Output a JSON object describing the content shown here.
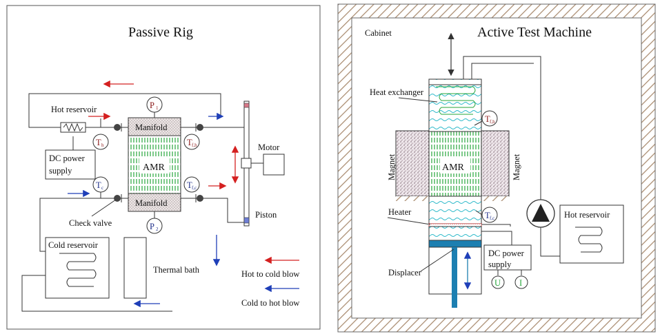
{
  "colors": {
    "hot": "#d42020",
    "cold": "#1f3fb8",
    "amr_stripe": "#25a53a",
    "water": "#2ab8c9",
    "displacer": "#1c7fb1",
    "magnet": "#b29ea7",
    "hatch": "#a98b6f",
    "line": "#333333"
  },
  "passive": {
    "title": "Passive Rig",
    "hot_reservoir": "Hot reservoir",
    "dc_power_1": "DC power",
    "dc_power_2": "supply",
    "manifold_top": "Manifold",
    "manifold_bottom": "Manifold",
    "amr": "AMR",
    "motor": "Motor",
    "piston": "Piston",
    "check_valve": "Check valve",
    "cold_reservoir": "Cold reservoir",
    "thermal_bath": "Thermal bath",
    "p1": "P",
    "p1_sub": "1",
    "p2": "P",
    "p2_sub": "2",
    "th": "T",
    "th_sub": "h",
    "tc": "T",
    "tc_sub": "c",
    "tfh": "T",
    "tfh_sub": "f,h",
    "tfc": "T",
    "tfc_sub": "f,c",
    "legend_hot": "Hot to cold blow",
    "legend_cold": "Cold to hot blow"
  },
  "active": {
    "title": "Active Test Machine",
    "cabinet": "Cabinet",
    "heat_exchanger": "Heat exchanger",
    "magnet_left": "Magnet",
    "magnet_right": "Magnet",
    "amr": "AMR",
    "heater": "Heater",
    "displacer": "Displacer",
    "dc_power_1": "DC power",
    "dc_power_2": "supply",
    "hot_reservoir": "Hot reservoir",
    "u": "U",
    "i": "I",
    "tfh": "T",
    "tfh_sub": "f,h",
    "tfc": "T",
    "tfc_sub": "f,c"
  }
}
